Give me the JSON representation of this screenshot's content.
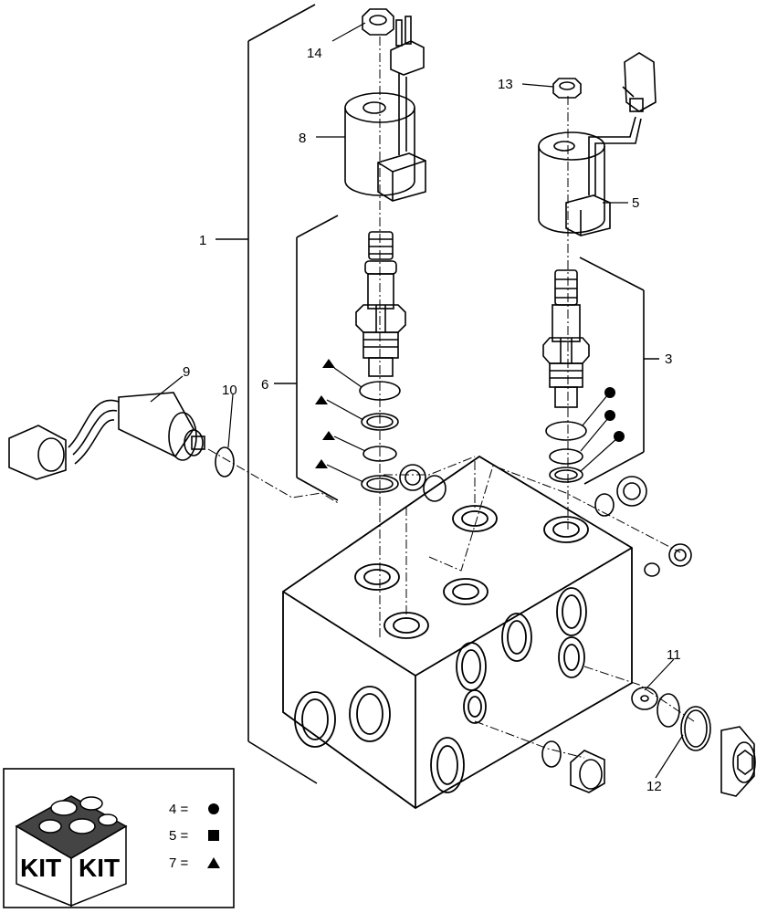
{
  "callouts": {
    "c1": "1",
    "c3": "3",
    "c5": "5",
    "c6": "6",
    "c8": "8",
    "c9": "9",
    "c10": "10",
    "c11": "11",
    "c12": "12",
    "c13": "13",
    "c14": "14"
  },
  "kit": {
    "box_text_left": "KIT",
    "box_text_right": "KIT",
    "legend": [
      {
        "label": "4 =",
        "symbol": "circle"
      },
      {
        "label": "5 =",
        "symbol": "square"
      },
      {
        "label": "7 =",
        "symbol": "triangle"
      }
    ]
  },
  "colors": {
    "line": "#000000",
    "background": "#ffffff"
  }
}
